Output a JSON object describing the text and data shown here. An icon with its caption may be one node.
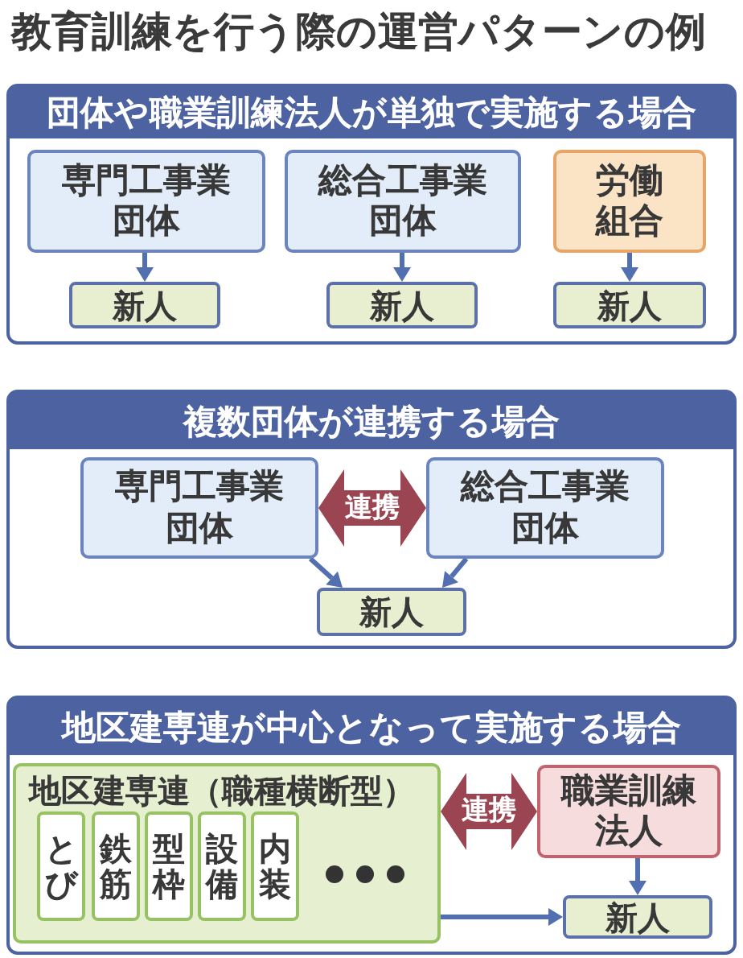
{
  "diagram": {
    "title": "教育訓練を行う際の運営パターンの例",
    "nodes": [
      {
        "text": [
          "団体や職業訓練法人が単独で実施する場合"
        ]
      },
      {
        "text": [
          "専門工事業団体"
        ],
        "in": 0
      },
      {
        "text": [
          "総合工事業団体"
        ],
        "in": 0
      },
      {
        "text": [
          "労働組合"
        ],
        "in": 0
      },
      {
        "text": [
          "新人"
        ],
        "in": 0
      },
      {
        "text": [
          "新人"
        ],
        "in": 0
      },
      {
        "text": [
          "新人"
        ],
        "in": 0
      },
      {
        "text": [
          "複数団体が連携する場合"
        ]
      },
      {
        "text": [
          "専門工事業団体"
        ],
        "in": 7
      },
      {
        "text": [
          "総合工事業団体"
        ],
        "in": 7
      },
      {
        "text": [
          "新人"
        ],
        "in": 7
      },
      {
        "text": [
          "地区建専連が中心となって実施する場合"
        ]
      },
      {
        "text": [
          "地区建専連（職種横断型）"
        ],
        "in": 11
      },
      {
        "text": [
          "とび"
        ],
        "in": 12
      },
      {
        "text": [
          "鉄筋"
        ],
        "in": 12
      },
      {
        "text": [
          "型枠"
        ],
        "in": 12
      },
      {
        "text": [
          "設備"
        ],
        "in": 12
      },
      {
        "text": [
          "内装"
        ],
        "in": 12
      },
      {
        "text": [
          "職業訓練法人"
        ],
        "in": 11
      },
      {
        "text": [
          "新人"
        ],
        "in": 11
      }
    ],
    "edges": [
      {
        "from": 1,
        "to": 4,
        "arrow": "to"
      },
      {
        "from": 2,
        "to": 5,
        "arrow": "to"
      },
      {
        "from": 3,
        "to": 6,
        "arrow": "to"
      },
      {
        "from": 8,
        "to": 9,
        "arrow": "both",
        "label": "連携",
        "style": "thick",
        "color": "#9b4552"
      },
      {
        "from": 8,
        "to": 10,
        "arrow": "to"
      },
      {
        "from": 9,
        "to": 10,
        "arrow": "to"
      },
      {
        "from": 12,
        "to": 18,
        "arrow": "both",
        "label": "連携",
        "style": "thick",
        "color": "#9b4552"
      },
      {
        "from": 18,
        "to": 19,
        "arrow": "to"
      },
      {
        "from": 12,
        "to": 19,
        "arrow": "to"
      }
    ]
  }
}
